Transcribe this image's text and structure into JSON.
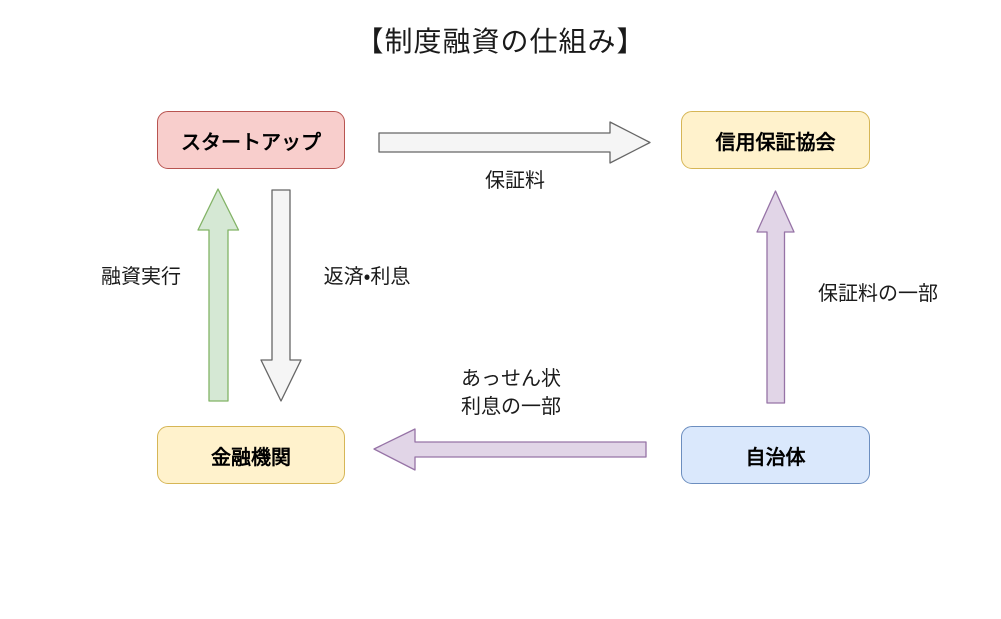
{
  "title": "【制度融資の仕組み】",
  "nodes": {
    "startup": {
      "label": "スタートアップ",
      "fill": "#f8cecc",
      "border": "#b85450"
    },
    "credit_guarantee_association": {
      "label": "信用保証協会",
      "fill": "#fff2cc",
      "border": "#d6b656"
    },
    "financial_institution": {
      "label": "金融機関",
      "fill": "#fff2cc",
      "border": "#d6b656"
    },
    "local_government": {
      "label": "自治体",
      "fill": "#dae8fc",
      "border": "#6c8ebf"
    }
  },
  "edges": {
    "guarantee_fee": {
      "label": "保証料",
      "from": "スタートアップ",
      "to": "信用保証協会",
      "direction": "right",
      "fill": "#f5f5f5",
      "stroke": "#666666"
    },
    "loan_execution": {
      "label": "融資実行",
      "from": "金融機関",
      "to": "スタートアップ",
      "direction": "up",
      "fill": "#d5e8d4",
      "stroke": "#82b366"
    },
    "repayment_interest": {
      "label": "返済・利息",
      "from": "スタートアップ",
      "to": "金融機関",
      "direction": "down",
      "fill": "#f5f5f5",
      "stroke": "#666666"
    },
    "part_of_guarantee_fee": {
      "label": "保証料の一部",
      "from": "自治体",
      "to": "信用保証協会",
      "direction": "up",
      "fill": "#e1d5e7",
      "stroke": "#9673a6"
    },
    "referral": {
      "label_line1": "あっせん状",
      "label_line2": "利息の一部",
      "from": "自治体",
      "to": "金融機関",
      "direction": "left",
      "fill": "#e1d5e7",
      "stroke": "#9673a6"
    }
  }
}
